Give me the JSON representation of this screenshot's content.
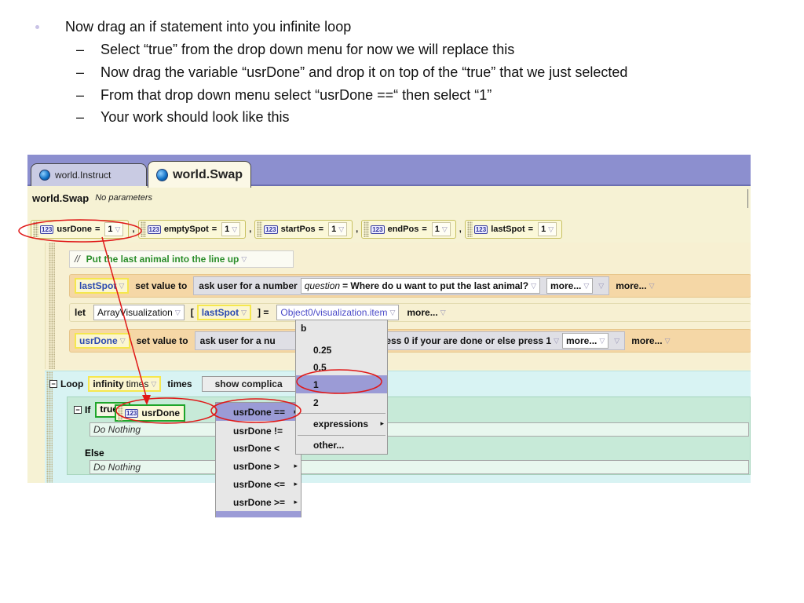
{
  "slide": {
    "main_bullet": "Now drag an if statement into you infinite loop",
    "sub_bullets": [
      "Select “true” from the drop down menu for now we will replace this",
      "Now drag the variable “usrDone” and drop it on top of the “true” that we just selected",
      "From that drop down menu select “usrDone ==“ then select “1”",
      "Your work should look like this"
    ],
    "dash": "–"
  },
  "editor": {
    "tabs": [
      {
        "label": "world.Instruct"
      },
      {
        "label": "world.Swap"
      }
    ],
    "method_name": "world.Swap",
    "params_text": "No parameters",
    "num_icon": "123",
    "variables": [
      {
        "name": "usrDone",
        "value": "1"
      },
      {
        "name": "emptySpot",
        "value": "1"
      },
      {
        "name": "startPos",
        "value": "1"
      },
      {
        "name": "endPos",
        "value": "1"
      },
      {
        "name": "lastSpot",
        "value": "1"
      }
    ],
    "equals": "=",
    "comma": ",",
    "comment": {
      "slashes": "//",
      "text": "Put the last animal into the line up"
    },
    "stmt1": {
      "var": "lastSpot",
      "set_value": "set  value to",
      "ask": "ask user for a number",
      "question_label": "question",
      "question": "= Where do u want to put the last animal?",
      "more": "more..."
    },
    "stmt2": {
      "let": "let",
      "array": "ArrayVisualization",
      "bracket_open": "[",
      "index": "lastSpot",
      "bracket_close": "] =",
      "obj": "Object0/visualization.item",
      "more": "more..."
    },
    "stmt3": {
      "var": "usrDone",
      "set_value": "set  value to",
      "ask": "ask user for a nu",
      "question": "Press 0 if your are done or else press 1",
      "more": "more..."
    },
    "loop": {
      "label": "Loop",
      "count": "infinity",
      "times_inner": "times",
      "times": "times",
      "show_complicated": "show complica"
    },
    "if_block": {
      "if_label": "If",
      "condition": "true",
      "do_nothing": "Do Nothing",
      "else_label": "Else"
    },
    "drag_chip": {
      "icon": "123",
      "label": "usrDone"
    },
    "menu_left": [
      "usrDone ==",
      "usrDone !=",
      "usrDone <",
      "usrDone >",
      "usrDone <=",
      "usrDone >="
    ],
    "menu_right": {
      "header": "b",
      "items": [
        "0.25",
        "0.5",
        "1",
        "2",
        "expressions",
        "other..."
      ]
    },
    "arrow_glyph": "▸",
    "dd_glyph": "▽"
  },
  "colors": {
    "tab_bar": "#8c8fcf",
    "method_bg": "#f6f2d4",
    "statement": "#f5d7a6",
    "loop": "#d8f3f3",
    "if_block": "#c7ead8",
    "menu_selected": "#9b9bd6",
    "annotation": "#e01818",
    "highlight_green": "#1ea52a",
    "highlight_yellow": "#f5e74e"
  }
}
